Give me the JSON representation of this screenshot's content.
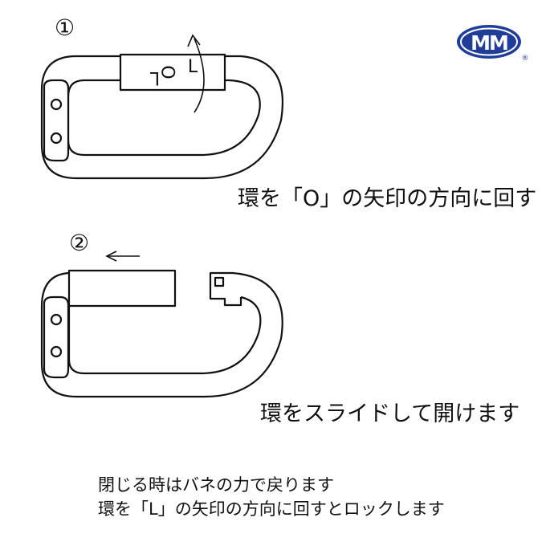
{
  "logo": {
    "text": "MM",
    "registered": "®",
    "color": "#1f3d99"
  },
  "step1": {
    "number": "①",
    "sleeve_marks": [
      "L",
      "O",
      "L"
    ],
    "caption": "環を「O」の矢印の方向に回す"
  },
  "step2": {
    "number": "②",
    "caption": "環をスライドして開けます"
  },
  "notes": {
    "line1": "閉じる時はバネの力で戻ります",
    "line2": "環を「L」の矢印の方向に回すとロックします"
  }
}
